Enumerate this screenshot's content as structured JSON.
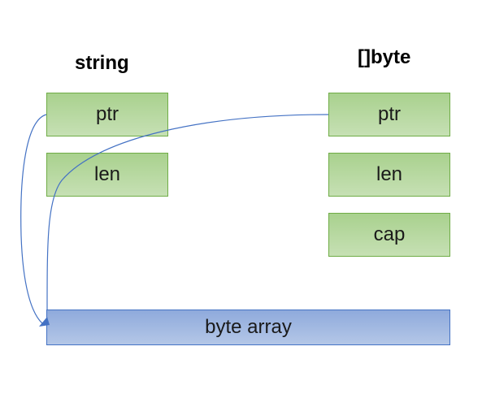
{
  "string_struct": {
    "title": "string",
    "fields": [
      "ptr",
      "len"
    ]
  },
  "byte_slice_struct": {
    "title": "[]byte",
    "fields": [
      "ptr",
      "len",
      "cap"
    ]
  },
  "byte_array": {
    "label": "byte array"
  },
  "colors": {
    "field_fill_top": "#a9d18e",
    "field_fill_bottom": "#c6e0b4",
    "field_border": "#70ad47",
    "array_fill_top": "#8faadc",
    "array_fill_bottom": "#b4c7e7",
    "array_border": "#4472c4",
    "arrow": "#4472c4"
  }
}
